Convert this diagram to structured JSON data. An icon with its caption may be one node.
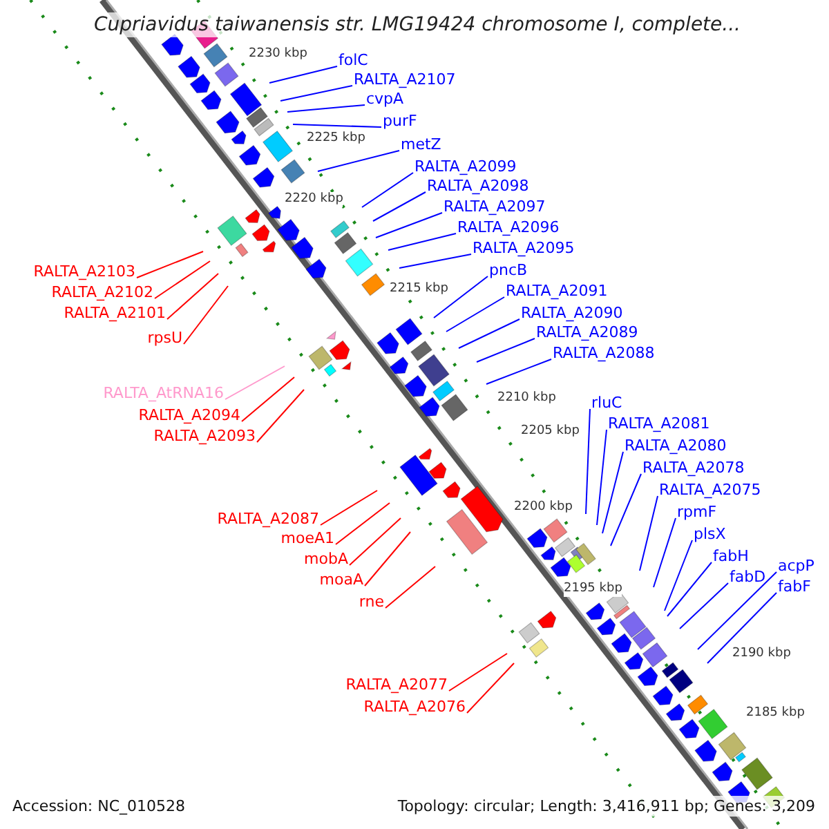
{
  "diagram": {
    "title": "Cupriavidus taiwanensis str. LMG19424 chromosome I, complete...",
    "nodes": [
      {
        "text": [
          "folC"
        ]
      },
      {
        "text": [
          "RALTA_A2107"
        ]
      },
      {
        "text": [
          "cvpA"
        ]
      },
      {
        "text": [
          "purF"
        ]
      },
      {
        "text": [
          "metZ"
        ]
      },
      {
        "text": [
          "RALTA_A2099"
        ]
      },
      {
        "text": [
          "RALTA_A2098"
        ]
      },
      {
        "text": [
          "RALTA_A2097"
        ]
      },
      {
        "text": [
          "RALTA_A2096"
        ]
      },
      {
        "text": [
          "RALTA_A2095"
        ]
      },
      {
        "text": [
          "pncB"
        ]
      },
      {
        "text": [
          "RALTA_A2091"
        ]
      },
      {
        "text": [
          "RALTA_A2090"
        ]
      },
      {
        "text": [
          "RALTA_A2089"
        ]
      },
      {
        "text": [
          "RALTA_A2088"
        ]
      },
      {
        "text": [
          "rluC"
        ]
      },
      {
        "text": [
          "RALTA_A2081"
        ]
      },
      {
        "text": [
          "RALTA_A2080"
        ]
      },
      {
        "text": [
          "RALTA_A2078"
        ]
      },
      {
        "text": [
          "RALTA_A2075"
        ]
      },
      {
        "text": [
          "rpmF"
        ]
      },
      {
        "text": [
          "plsX"
        ]
      },
      {
        "text": [
          "fabH"
        ]
      },
      {
        "text": [
          "fabD"
        ]
      },
      {
        "text": [
          "acpP"
        ]
      },
      {
        "text": [
          "fabF"
        ]
      },
      {
        "text": [
          "RALTA_A2103"
        ]
      },
      {
        "text": [
          "RALTA_A2102"
        ]
      },
      {
        "text": [
          "RALTA_A2101"
        ]
      },
      {
        "text": [
          "rpsU"
        ]
      },
      {
        "text": [
          "RALTA_AtRNA16"
        ]
      },
      {
        "text": [
          "RALTA_A2094"
        ]
      },
      {
        "text": [
          "RALTA_A2093"
        ]
      },
      {
        "text": [
          "RALTA_A2087"
        ]
      },
      {
        "text": [
          "moeA1"
        ]
      },
      {
        "text": [
          "mobA"
        ]
      },
      {
        "text": [
          "moaA"
        ]
      },
      {
        "text": [
          "rne"
        ]
      },
      {
        "text": [
          "RALTA_A2077"
        ]
      },
      {
        "text": [
          "RALTA_A2076"
        ]
      }
    ],
    "edges": [
      {
        "from": 0,
        "to": null,
        "arrow": "none"
      },
      {
        "from": 1,
        "to": null,
        "arrow": "none"
      },
      {
        "from": 2,
        "to": null,
        "arrow": "none"
      },
      {
        "from": 3,
        "to": null,
        "arrow": "none"
      },
      {
        "from": 4,
        "to": null,
        "arrow": "none"
      },
      {
        "from": 5,
        "to": null,
        "arrow": "none"
      },
      {
        "from": 6,
        "to": null,
        "arrow": "none"
      },
      {
        "from": 7,
        "to": null,
        "arrow": "none"
      },
      {
        "from": 8,
        "to": null,
        "arrow": "none"
      },
      {
        "from": 9,
        "to": null,
        "arrow": "none"
      },
      {
        "from": 10,
        "to": null,
        "arrow": "none"
      },
      {
        "from": 11,
        "to": null,
        "arrow": "none"
      },
      {
        "from": 12,
        "to": null,
        "arrow": "none"
      },
      {
        "from": 13,
        "to": null,
        "arrow": "none"
      },
      {
        "from": 14,
        "to": null,
        "arrow": "none"
      },
      {
        "from": 15,
        "to": null,
        "arrow": "none"
      },
      {
        "from": 16,
        "to": null,
        "arrow": "none"
      },
      {
        "from": 17,
        "to": null,
        "arrow": "none"
      },
      {
        "from": 18,
        "to": null,
        "arrow": "none"
      },
      {
        "from": 19,
        "to": null,
        "arrow": "none"
      },
      {
        "from": 20,
        "to": null,
        "arrow": "none"
      },
      {
        "from": 21,
        "to": null,
        "arrow": "none"
      },
      {
        "from": 22,
        "to": null,
        "arrow": "none"
      },
      {
        "from": 23,
        "to": null,
        "arrow": "none"
      },
      {
        "from": 24,
        "to": null,
        "arrow": "none"
      },
      {
        "from": 25,
        "to": null,
        "arrow": "none"
      },
      {
        "from": 26,
        "to": null,
        "arrow": "none",
        "color": "#ff0000"
      },
      {
        "from": 27,
        "to": null,
        "arrow": "none",
        "color": "#ff0000"
      },
      {
        "from": 28,
        "to": null,
        "arrow": "none",
        "color": "#ff0000"
      },
      {
        "from": 29,
        "to": null,
        "arrow": "none",
        "color": "#ff0000"
      },
      {
        "from": 30,
        "to": null,
        "arrow": "none",
        "color": "#ff99cc"
      },
      {
        "from": 31,
        "to": null,
        "arrow": "none",
        "color": "#ff0000"
      },
      {
        "from": 32,
        "to": null,
        "arrow": "none",
        "color": "#ff0000"
      },
      {
        "from": 33,
        "to": null,
        "arrow": "none",
        "color": "#ff0000"
      },
      {
        "from": 34,
        "to": null,
        "arrow": "none",
        "color": "#ff0000"
      },
      {
        "from": 35,
        "to": null,
        "arrow": "none",
        "color": "#ff0000"
      },
      {
        "from": 36,
        "to": null,
        "arrow": "none",
        "color": "#ff0000"
      },
      {
        "from": 37,
        "to": null,
        "arrow": "none",
        "color": "#ff0000"
      },
      {
        "from": 38,
        "to": null,
        "arrow": "none",
        "color": "#ff0000"
      },
      {
        "from": 39,
        "to": null,
        "arrow": "none",
        "color": "#ff0000"
      }
    ],
    "labels": [
      "2230 kbp",
      "2225 kbp",
      "2220 kbp",
      "2215 kbp",
      "2210 kbp",
      "2205 kbp",
      "2200 kbp",
      "2195 kbp",
      "2190 kbp",
      "2185 kbp",
      "Accession: NC_010528",
      "Topology: circular; Length: 3,416,911 bp; Genes: 3,209"
    ]
  }
}
